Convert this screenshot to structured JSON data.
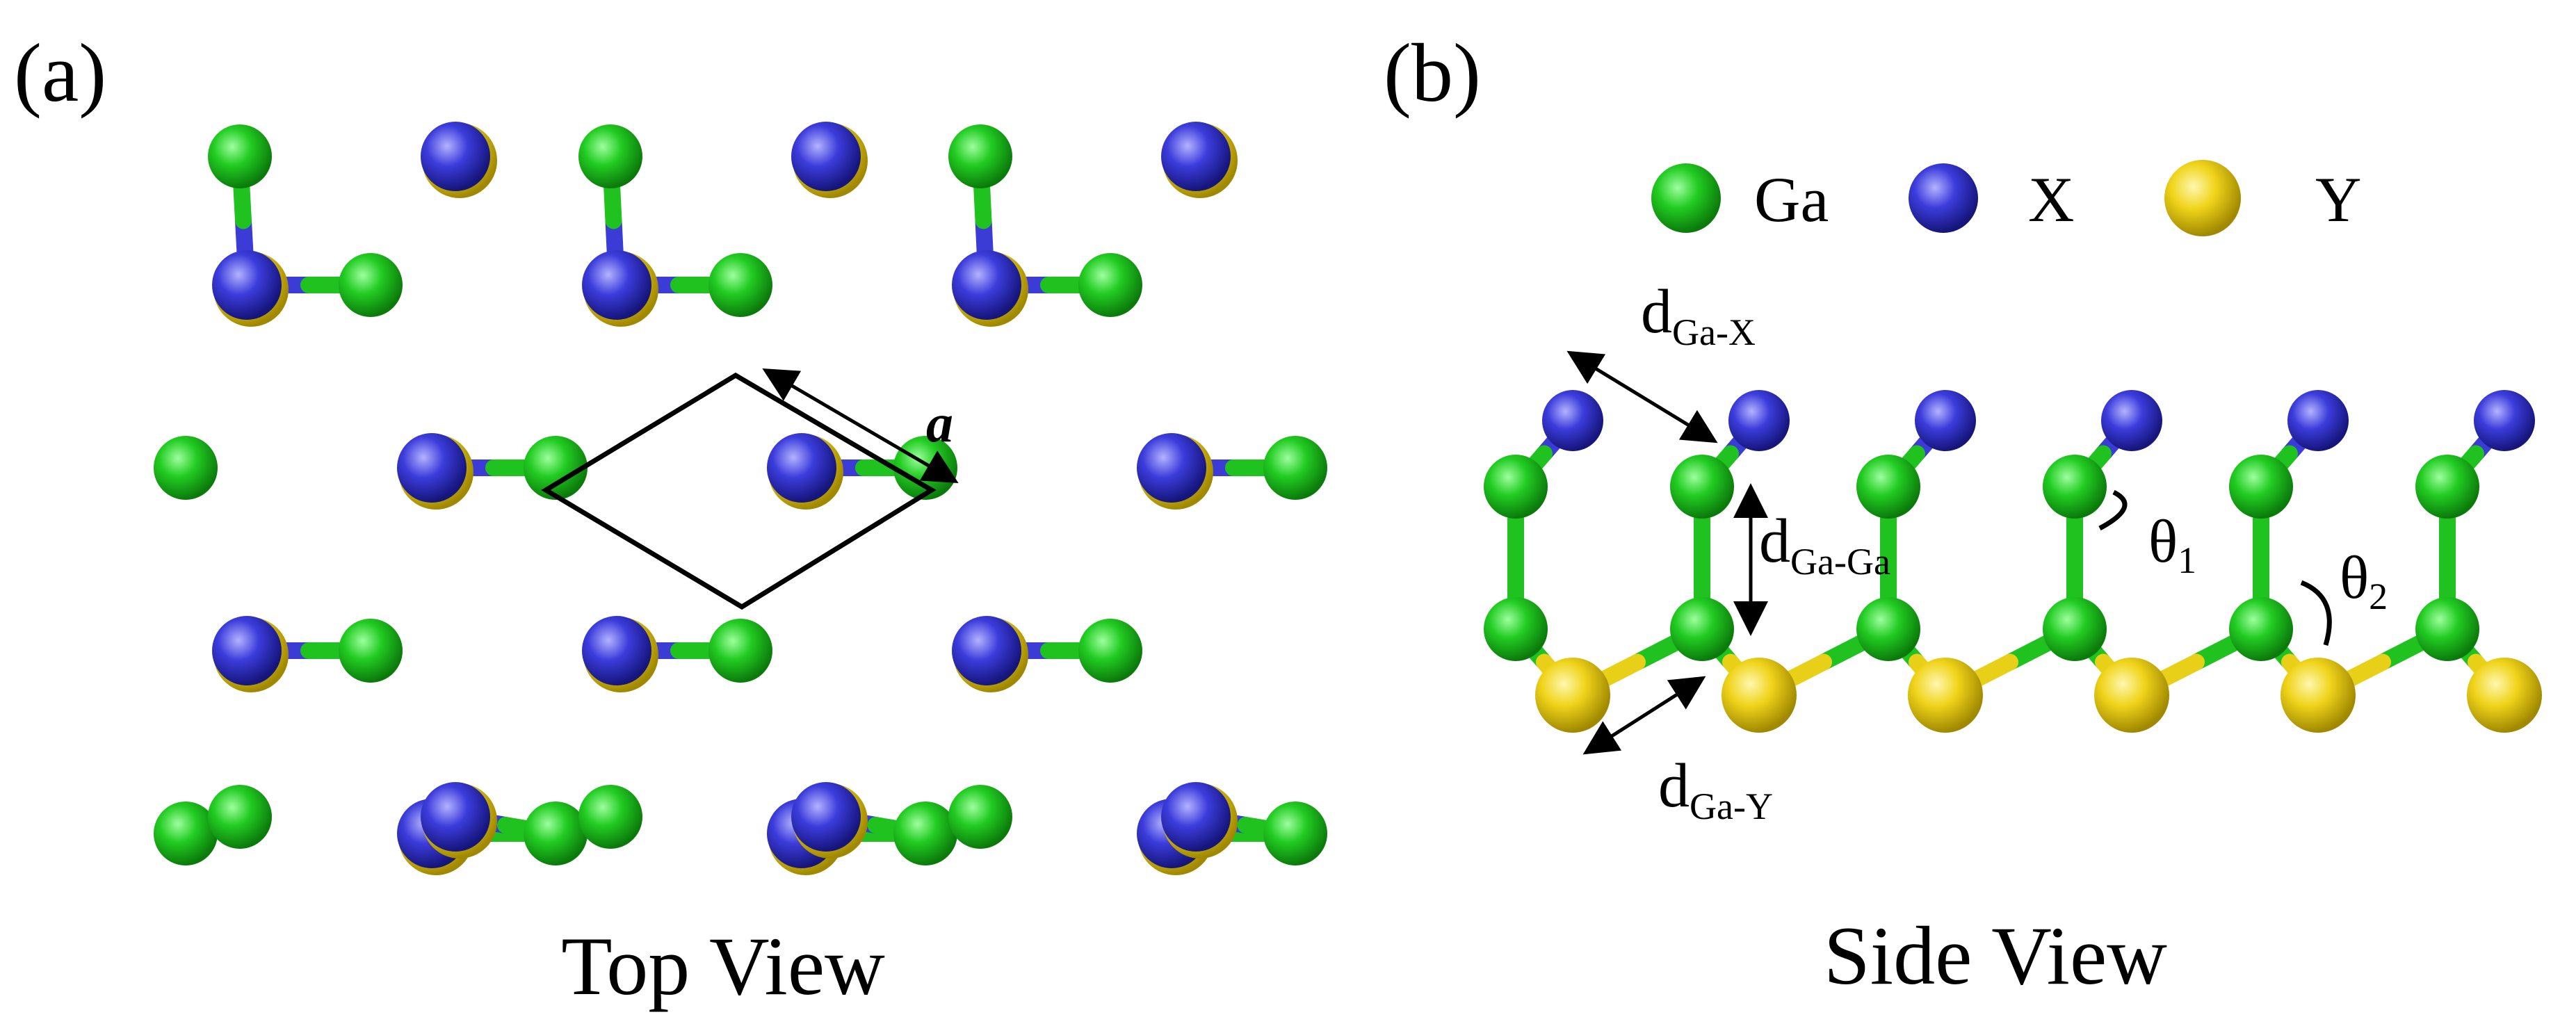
{
  "panels": {
    "a": {
      "label": "(a)",
      "caption": "Top View",
      "lattice_label": "a"
    },
    "b": {
      "label": "(b)",
      "caption": "Side View"
    }
  },
  "legend": [
    {
      "symbol": "Ga",
      "color": "#1fc21f"
    },
    {
      "symbol": "X",
      "color": "#3b3bd6"
    },
    {
      "symbol": "Y",
      "color": "#e8d018"
    }
  ],
  "annotations": {
    "d_ga_x": {
      "main": "d",
      "sub": "Ga-X"
    },
    "d_ga_ga": {
      "main": "d",
      "sub": "Ga-Ga"
    },
    "d_ga_y": {
      "main": "d",
      "sub": "Ga-Y"
    },
    "theta1": {
      "main": "θ",
      "sub": "1"
    },
    "theta2": {
      "main": "θ",
      "sub": "2"
    }
  },
  "colors": {
    "ga": "#1fc21f",
    "x": "#3b3bd6",
    "y": "#e8d018",
    "cell": "#000000"
  }
}
